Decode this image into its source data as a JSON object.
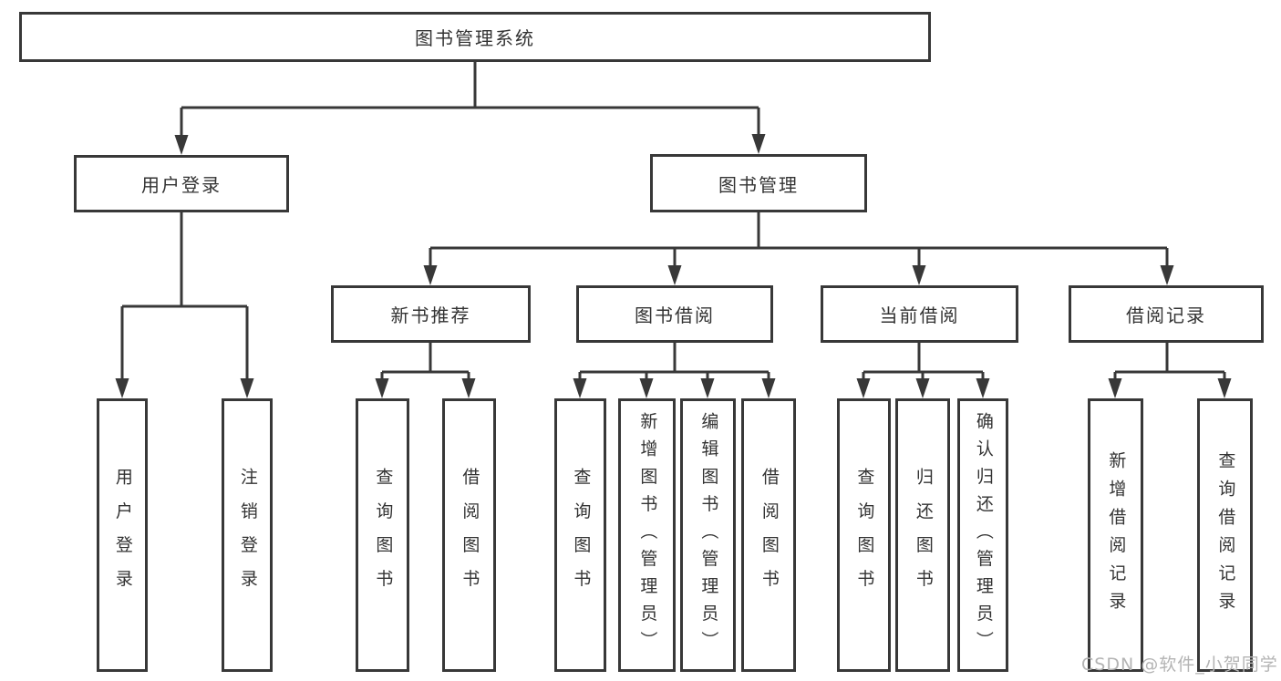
{
  "diagram": {
    "colors": {
      "line": "#383838",
      "text": "#333333",
      "box_bg": "#ffffff",
      "watermark": "#b4b4b4"
    },
    "watermark": "CSDN @软件_小贺同学",
    "nodes": {
      "root": {
        "label": "图书管理系统"
      },
      "user_login": {
        "label": "用户登录"
      },
      "book_mgmt": {
        "label": "图书管理"
      },
      "new_books": {
        "label": "新书推荐"
      },
      "book_borrow": {
        "label": "图书借阅"
      },
      "current_borrow": {
        "label": "当前借阅"
      },
      "borrow_records": {
        "label": "借阅记录"
      },
      "leaf_user_login": {
        "label": "用户登录"
      },
      "leaf_logout": {
        "label": "注销登录"
      },
      "leaf_nb_query": {
        "label": "查询图书"
      },
      "leaf_nb_borrow": {
        "label": "借阅图书"
      },
      "leaf_bw_query": {
        "label": "查询图书"
      },
      "leaf_bw_add": {
        "label": "新增图书（管理员）"
      },
      "leaf_bw_edit": {
        "label": "编辑图书（管理员）"
      },
      "leaf_bw_borrow": {
        "label": "借阅图书"
      },
      "leaf_cur_query": {
        "label": "查询图书"
      },
      "leaf_cur_return": {
        "label": "归还图书"
      },
      "leaf_cur_confirm": {
        "label": "确认归还（管理员）"
      },
      "leaf_rec_add": {
        "label": "新增借阅记录"
      },
      "leaf_rec_query": {
        "label": "查询借阅记录"
      }
    }
  }
}
